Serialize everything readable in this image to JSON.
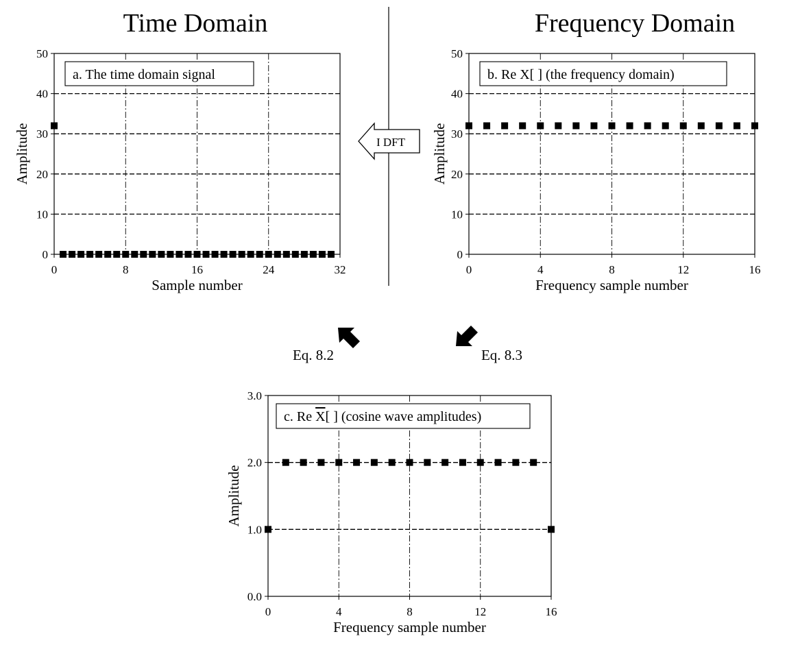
{
  "headings": {
    "time": "Time Domain",
    "frequency": "Frequency Domain"
  },
  "arrows": {
    "idft": "I DFT",
    "eq_left": "Eq. 8.2",
    "eq_right": "Eq. 8.3"
  },
  "chart_data": [
    {
      "id": "a",
      "type": "scatter",
      "annotation": "a.  The time domain signal",
      "xlabel": "Sample number",
      "ylabel": "Amplitude",
      "xlim": [
        0,
        32
      ],
      "ylim": [
        0,
        50
      ],
      "xticks": [
        0,
        8,
        16,
        24,
        32
      ],
      "yticks": [
        0,
        10,
        20,
        30,
        40,
        50
      ],
      "yticklabels": [
        "0",
        "10",
        "20",
        "30",
        "40",
        "50"
      ],
      "grid": true,
      "x": [
        0,
        1,
        2,
        3,
        4,
        5,
        6,
        7,
        8,
        9,
        10,
        11,
        12,
        13,
        14,
        15,
        16,
        17,
        18,
        19,
        20,
        21,
        22,
        23,
        24,
        25,
        26,
        27,
        28,
        29,
        30,
        31
      ],
      "y": [
        32,
        0,
        0,
        0,
        0,
        0,
        0,
        0,
        0,
        0,
        0,
        0,
        0,
        0,
        0,
        0,
        0,
        0,
        0,
        0,
        0,
        0,
        0,
        0,
        0,
        0,
        0,
        0,
        0,
        0,
        0,
        0
      ]
    },
    {
      "id": "b",
      "type": "scatter",
      "annotation": "b.  Re X[ ]  (the frequency domain)",
      "xlabel": "Frequency sample number",
      "ylabel": "Amplitude",
      "xlim": [
        0,
        16
      ],
      "ylim": [
        0,
        50
      ],
      "xticks": [
        0,
        4,
        8,
        12,
        16
      ],
      "yticks": [
        0,
        10,
        20,
        30,
        40,
        50
      ],
      "yticklabels": [
        "0",
        "10",
        "20",
        "30",
        "40",
        "50"
      ],
      "grid": true,
      "x": [
        0,
        1,
        2,
        3,
        4,
        5,
        6,
        7,
        8,
        9,
        10,
        11,
        12,
        13,
        14,
        15,
        16
      ],
      "y": [
        32,
        32,
        32,
        32,
        32,
        32,
        32,
        32,
        32,
        32,
        32,
        32,
        32,
        32,
        32,
        32,
        32
      ]
    },
    {
      "id": "c",
      "type": "scatter",
      "annotation_prefix": "c.  Re ",
      "annotation_symbol": "X",
      "annotation_suffix": "[ ]  (cosine wave amplitudes)",
      "xlabel": "Frequency sample number",
      "ylabel": "Amplitude",
      "xlim": [
        0,
        16
      ],
      "ylim": [
        0,
        3
      ],
      "xticks": [
        0,
        4,
        8,
        12,
        16
      ],
      "yticks": [
        0,
        1,
        2,
        3
      ],
      "yticklabels": [
        "0.0",
        "1.0",
        "2.0",
        "3.0"
      ],
      "grid": true,
      "x": [
        0,
        1,
        2,
        3,
        4,
        5,
        6,
        7,
        8,
        9,
        10,
        11,
        12,
        13,
        14,
        15,
        16
      ],
      "y": [
        1,
        2,
        2,
        2,
        2,
        2,
        2,
        2,
        2,
        2,
        2,
        2,
        2,
        2,
        2,
        2,
        1
      ]
    }
  ]
}
